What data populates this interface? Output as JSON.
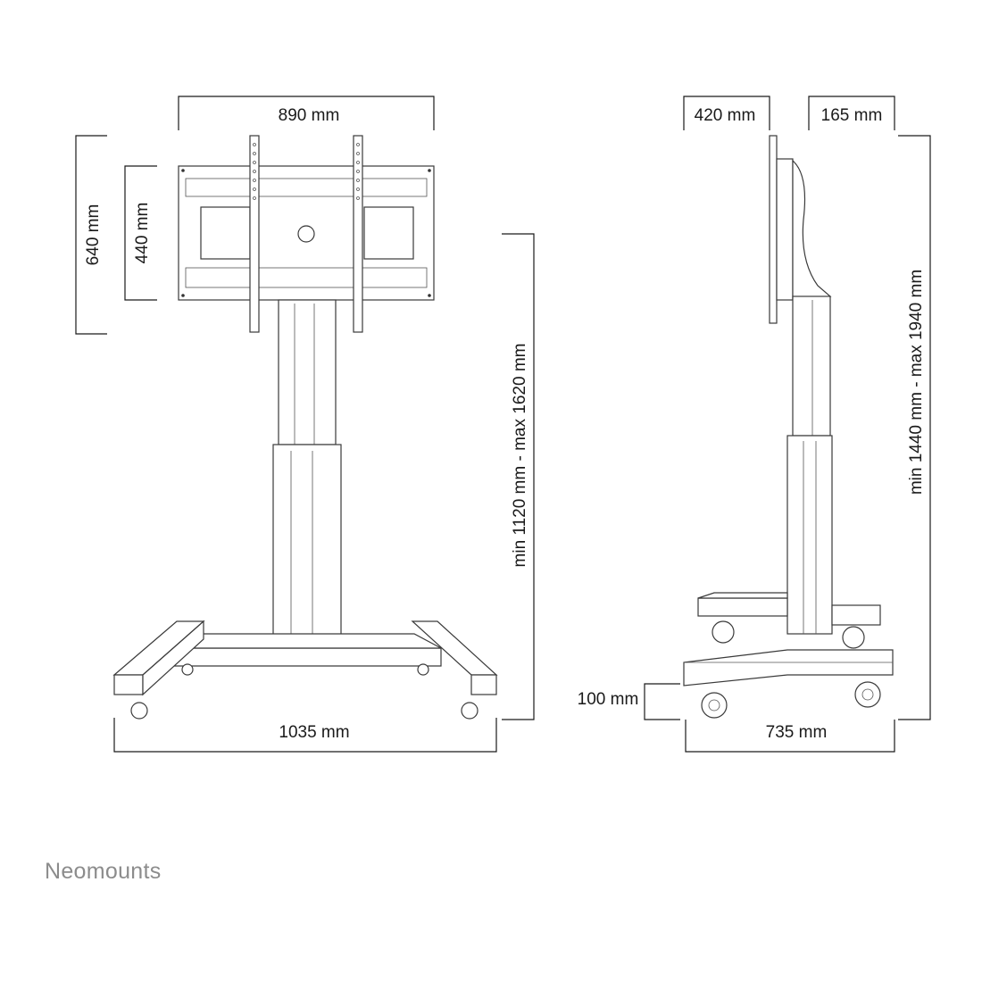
{
  "brand": {
    "name": "Neomounts"
  },
  "dimensions": {
    "front_top_width": "890 mm",
    "front_total_height": "640 mm",
    "front_inner_height": "440 mm",
    "front_column_height": "min 1120 mm - max 1620 mm",
    "front_base_width": "1035 mm",
    "side_depth_top": "420 mm",
    "side_offset_top": "165 mm",
    "side_total_height": "min 1440 mm - max 1940 mm",
    "side_wheel_height": "100 mm",
    "side_base_depth": "735 mm"
  },
  "colors": {
    "line": "#2b2b2b",
    "text": "#1a1a1a",
    "brand": "#8c8c8c"
  }
}
